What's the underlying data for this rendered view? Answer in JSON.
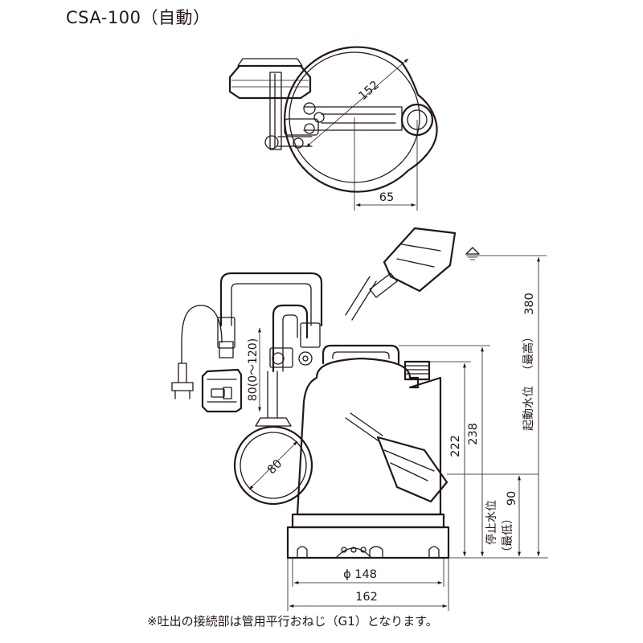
{
  "title": "CSA-100（自動）",
  "top_view": {
    "dim_diameter": "152",
    "dim_offset": "65"
  },
  "front_view": {
    "dim_float_range": "80(0〜120)",
    "dim_float_dia": "80",
    "dim_base_dia": "ϕ 148",
    "dim_width": "162",
    "dim_outlet_height": "222",
    "dim_body_height": "238",
    "dim_stop_level": "90",
    "dim_start_level": "380",
    "label_stop_level": "停止水位",
    "label_stop_note": "（最低）",
    "label_start_level": "起動水位",
    "label_start_note": "（最高）"
  },
  "footnote": "※吐出の接続部は管用平行おねじ（G1）となります。"
}
